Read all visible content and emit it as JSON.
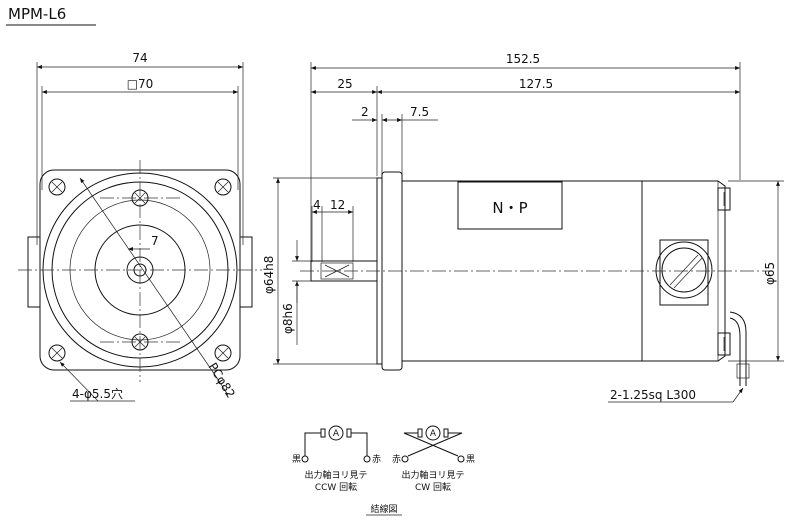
{
  "title": "MPM-L6",
  "front_view": {
    "width": "74",
    "square": "□70",
    "shaft_key": "7",
    "holes": "4-φ5.5穴",
    "pcd": "PCφ82"
  },
  "side_view": {
    "total_length": "152.5",
    "shaft_length": "25",
    "body_length": "127.5",
    "flange_step": "2",
    "flange_thickness": "7.5",
    "key_offset": "4",
    "key_length": "12",
    "nameplate": "N・P",
    "pilot_diameter": "φ64h8",
    "shaft_diameter": "φ8h6",
    "body_diameter": "φ65",
    "lead_wire": "2-1.25sq L300"
  },
  "wiring": {
    "ccw": {
      "left_label": "黒",
      "right_label": "赤",
      "note": "出力軸ヨリ見テ",
      "rotation": "CCW 回転"
    },
    "cw": {
      "left_label": "赤",
      "right_label": "黒",
      "note": "出力軸ヨリ見テ",
      "rotation": "CW 回転"
    },
    "motor_symbol": "A",
    "caption": "結線図"
  }
}
